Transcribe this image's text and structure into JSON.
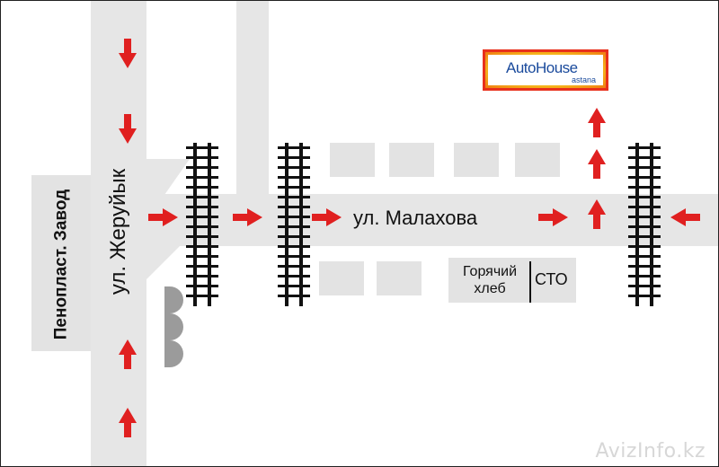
{
  "streets": {
    "vertical_name": "ул. Жеруйык",
    "horizontal_name": "ул. Малахова"
  },
  "landmarks": {
    "factory": "Пенопласт. Завод",
    "bakery_line1": "Горячий",
    "bakery_line2": "хлеб",
    "service": "СТО"
  },
  "destination": {
    "brand": "AutoHouse",
    "city": "astana"
  },
  "watermark": "AvizInfo.kz",
  "colors": {
    "arrow": "#e02020",
    "road": "#e6e6e6",
    "rail": "#111111",
    "logo_frame": "#e8301c",
    "logo_glow": "#f7c21e",
    "logo_text": "#1a4a9c"
  },
  "icons": [
    "arrow-down-icon",
    "arrow-right-icon",
    "arrow-up-icon",
    "arrow-left-icon",
    "railway-track-icon"
  ]
}
